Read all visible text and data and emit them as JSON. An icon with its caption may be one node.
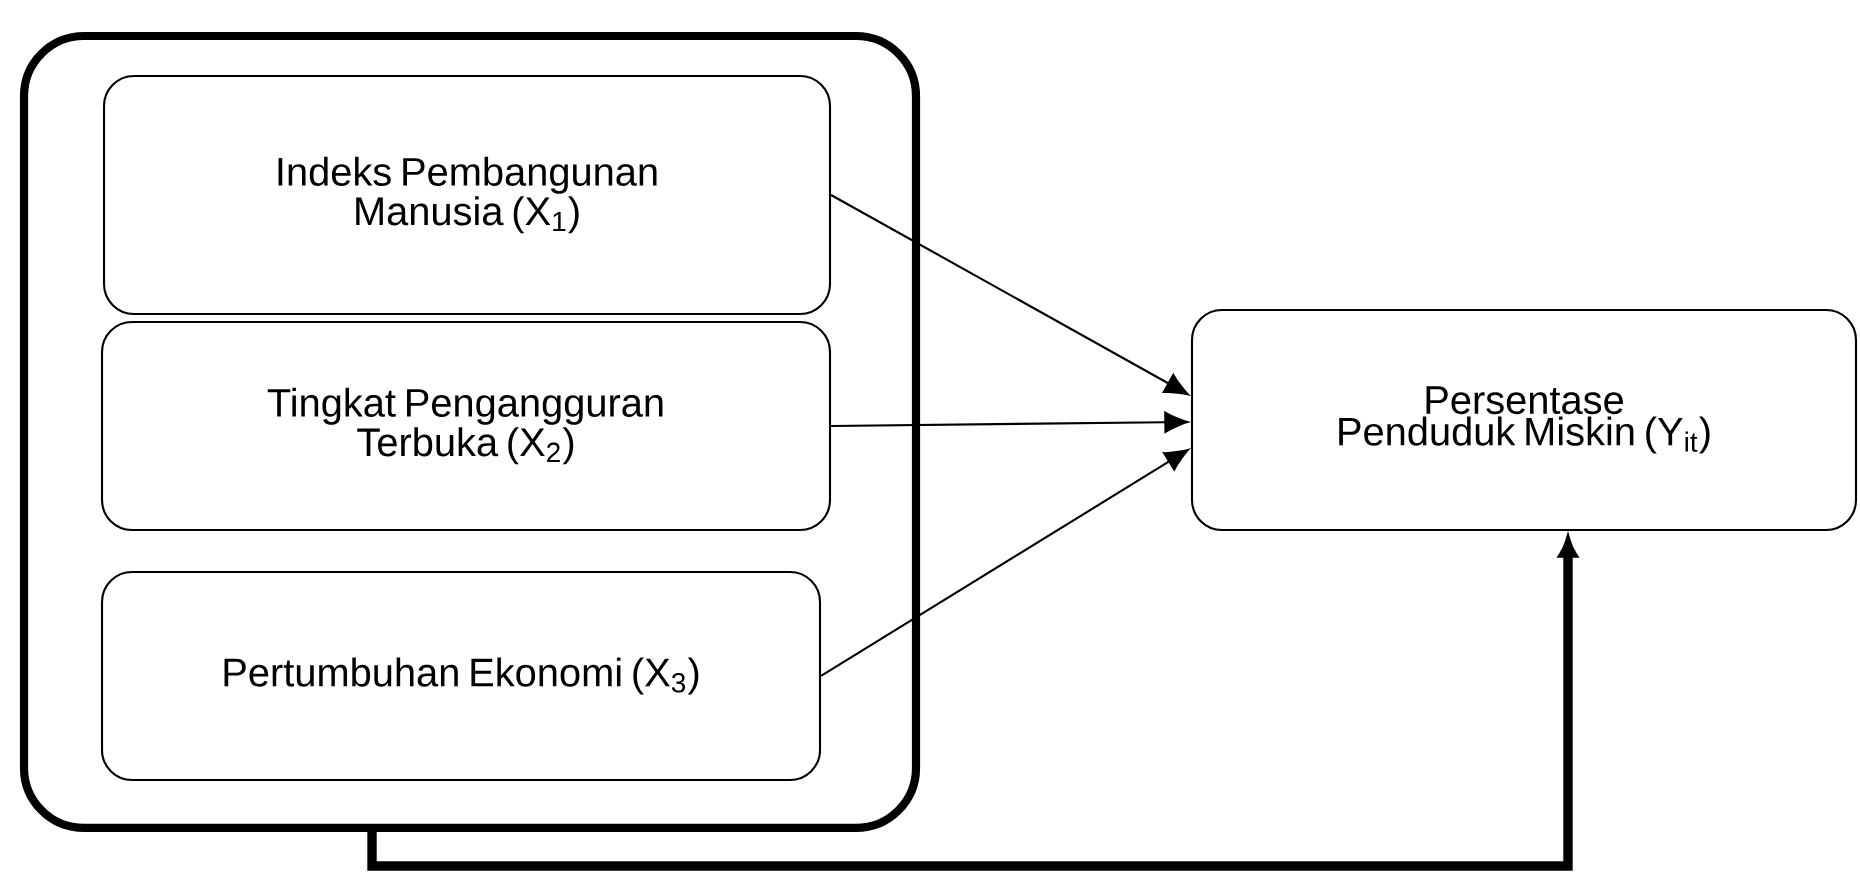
{
  "diagram": {
    "nodes": [
      {
        "text": [],
        "shape": "box"
      },
      {
        "text": [
          "Indeks Pembangunan Manusia (X$_{1}$)"
        ],
        "in": 0
      },
      {
        "text": [
          "Tingkat Pengangguran Terbuka (X$_{2}$)"
        ],
        "in": 0
      },
      {
        "text": [
          "Pertumbuhan Ekonomi (X$_{3}$)"
        ],
        "in": 0
      },
      {
        "text": [
          "Persentase Penduduk Miskin (Y$_{it}$)"
        ]
      }
    ],
    "edges": [
      {
        "from": 1,
        "to": 4,
        "arrow": "to"
      },
      {
        "from": 2,
        "to": 4,
        "arrow": "to"
      },
      {
        "from": 3,
        "to": 4,
        "arrow": "to"
      },
      {
        "from": 0,
        "to": 4,
        "arrow": "to",
        "style": "thick"
      }
    ]
  }
}
